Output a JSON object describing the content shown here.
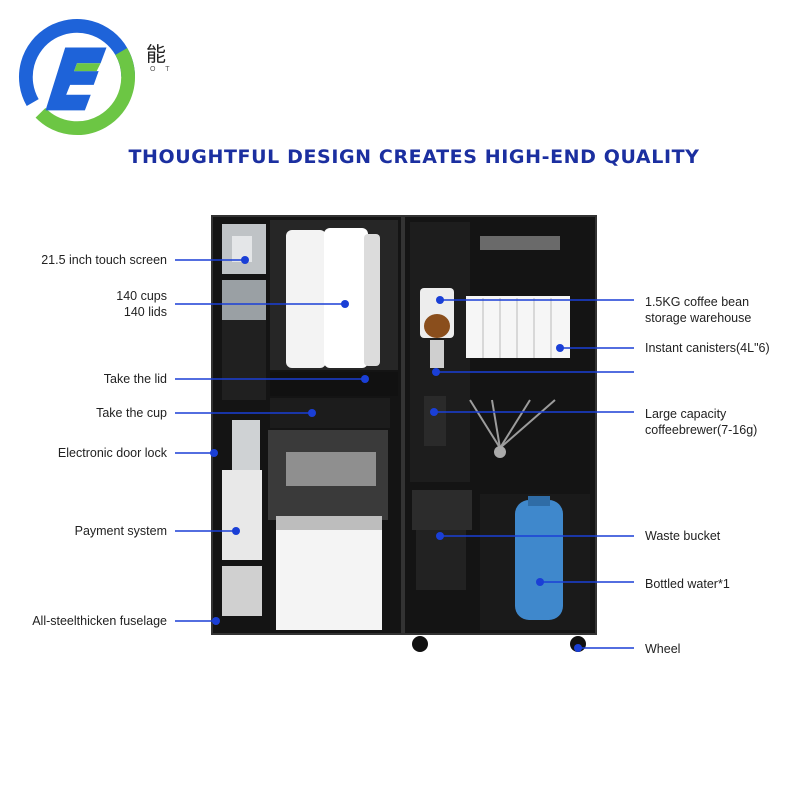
{
  "brand": {
    "logo_icon": "circular-e-logo-icon",
    "glyph": "能",
    "subtext": "O T",
    "colors": {
      "blue": "#1e63d9",
      "green": "#6cc644"
    }
  },
  "title": "THOUGHTFUL DESIGN CREATES HIGH-END QUALITY",
  "callout_color": "#1a3fd6",
  "labels_left": [
    "21.5 inch touch screen",
    "140 cups\n140 lids",
    "Take the lid",
    "Take the cup",
    "Electronic door lock",
    "Payment system",
    "All-steelthicken fuselage"
  ],
  "labels_right": [
    "1.5KG coffee bean\nstorage warehouse",
    "Instant canisters(4L\"6)",
    "",
    "Large capacity\ncoffeebrewer(7-16g)",
    "Waste bucket",
    "Bottled water*1",
    "Wheel"
  ]
}
